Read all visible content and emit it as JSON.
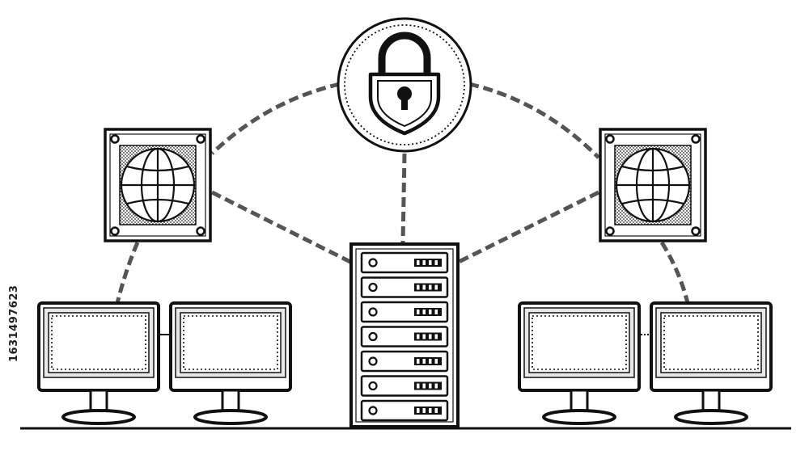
{
  "image_id_text": "1631497623",
  "icons": {
    "center": "padlock-shield-icon",
    "left_hub": "globe-icon",
    "right_hub": "globe-icon",
    "server": "server-rack-icon",
    "monitors": "monitor-icon"
  },
  "colors": {
    "stroke": "#111111",
    "dashed_link": "#555555",
    "fill": "#ffffff",
    "screen_frame": "#e8e8e8"
  },
  "server_units": 7,
  "monitors_count": 4
}
